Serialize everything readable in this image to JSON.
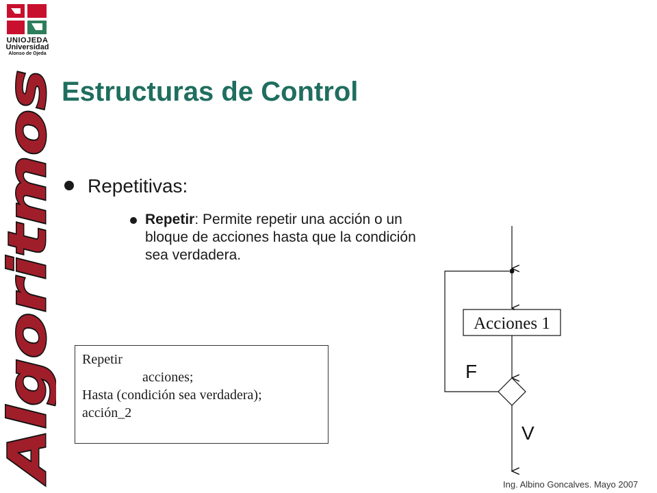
{
  "logo": {
    "name_line1": "UNIOJEDA",
    "name_line2": "Universidad",
    "name_line3": "Alonso de Ojeda",
    "colors": {
      "red": "#c8102e",
      "green": "#2e7d5b"
    }
  },
  "side_word": {
    "text": "Algoritmos",
    "color": "#a01e2a",
    "outline": "#111111"
  },
  "slide": {
    "title": "Estructuras de Control",
    "title_color": "#1f6e5f",
    "bullet_level1": "Repetitivas:",
    "bullet_level2_bold": "Repetir",
    "bullet_level2_text": ": Permite repetir una acción o un bloque de acciones hasta que la condición sea verdadera."
  },
  "code_box": {
    "lines": [
      "Repetir",
      "acciones;",
      "Hasta (condición sea verdadera);",
      "acción_2"
    ]
  },
  "flowchart": {
    "action_label": "Acciones 1",
    "false_label": "F",
    "true_label": "V"
  },
  "footer": "Ing. Albino Goncalves. Mayo 2007"
}
